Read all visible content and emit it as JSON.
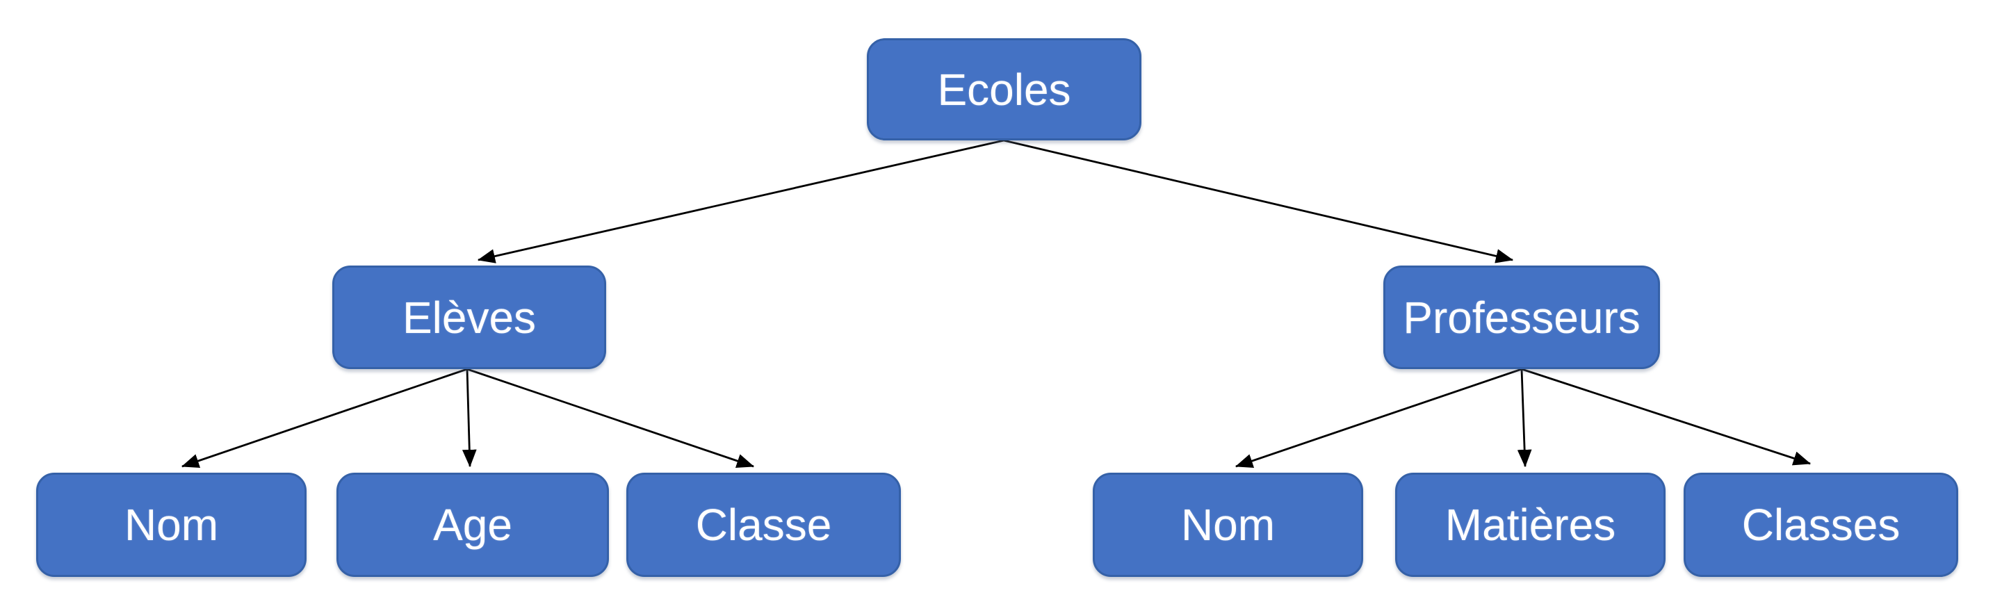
{
  "diagram": {
    "type": "tree",
    "description": "School database hierarchy diagram",
    "colors": {
      "node_fill": "#4472C4",
      "node_border": "#3561a8",
      "node_text": "#ffffff",
      "arrow": "#000000",
      "background": "#ffffff"
    },
    "nodes": {
      "root": {
        "label": "Ecoles",
        "level": 1
      },
      "eleves": {
        "label": "Elèves",
        "level": 2
      },
      "professeurs": {
        "label": "Professeurs",
        "level": 2
      },
      "eleves_nom": {
        "label": "Nom",
        "level": 3
      },
      "eleves_age": {
        "label": "Age",
        "level": 3
      },
      "eleves_classe": {
        "label": "Classe",
        "level": 3
      },
      "prof_nom": {
        "label": "Nom",
        "level": 3
      },
      "prof_matieres": {
        "label": "Matières",
        "level": 3
      },
      "prof_classes": {
        "label": "Classes",
        "level": 3
      }
    },
    "edges": [
      {
        "from": "Ecoles",
        "to": "Elèves"
      },
      {
        "from": "Ecoles",
        "to": "Professeurs"
      },
      {
        "from": "Elèves",
        "to": "Nom"
      },
      {
        "from": "Elèves",
        "to": "Age"
      },
      {
        "from": "Elèves",
        "to": "Classe"
      },
      {
        "from": "Professeurs",
        "to": "Nom"
      },
      {
        "from": "Professeurs",
        "to": "Matières"
      },
      {
        "from": "Professeurs",
        "to": "Classes"
      }
    ]
  }
}
